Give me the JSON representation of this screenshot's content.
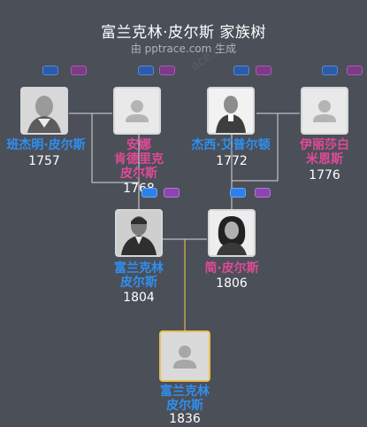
{
  "title": "富兰克林·皮尔斯 家族树",
  "subtitle": "由 pptrace.com 生成",
  "watermark": "ace.c",
  "people": {
    "benjamin": {
      "name": "班杰明·皮尔斯",
      "year": "1757"
    },
    "anna": {
      "name": "安娜\n肯德里克\n皮尔斯",
      "year": "1768"
    },
    "jesse": {
      "name": "杰西·艾普尔顿",
      "year": "1772"
    },
    "elizabeth": {
      "name": "伊丽莎白\n米恩斯",
      "year": "1776"
    },
    "franklin_sr": {
      "name": "富兰克林\n皮尔斯",
      "year": "1804"
    },
    "jane": {
      "name": "简·皮尔斯",
      "year": "1806"
    },
    "franklin": {
      "name": "富兰克林\n皮尔斯",
      "year": "1836"
    }
  },
  "colors": {
    "male": "#2f8ff0",
    "female": "#e14a97",
    "focus_border": "#e8bf56",
    "line": "#d9dadc",
    "descent_line": "#e0b657"
  }
}
